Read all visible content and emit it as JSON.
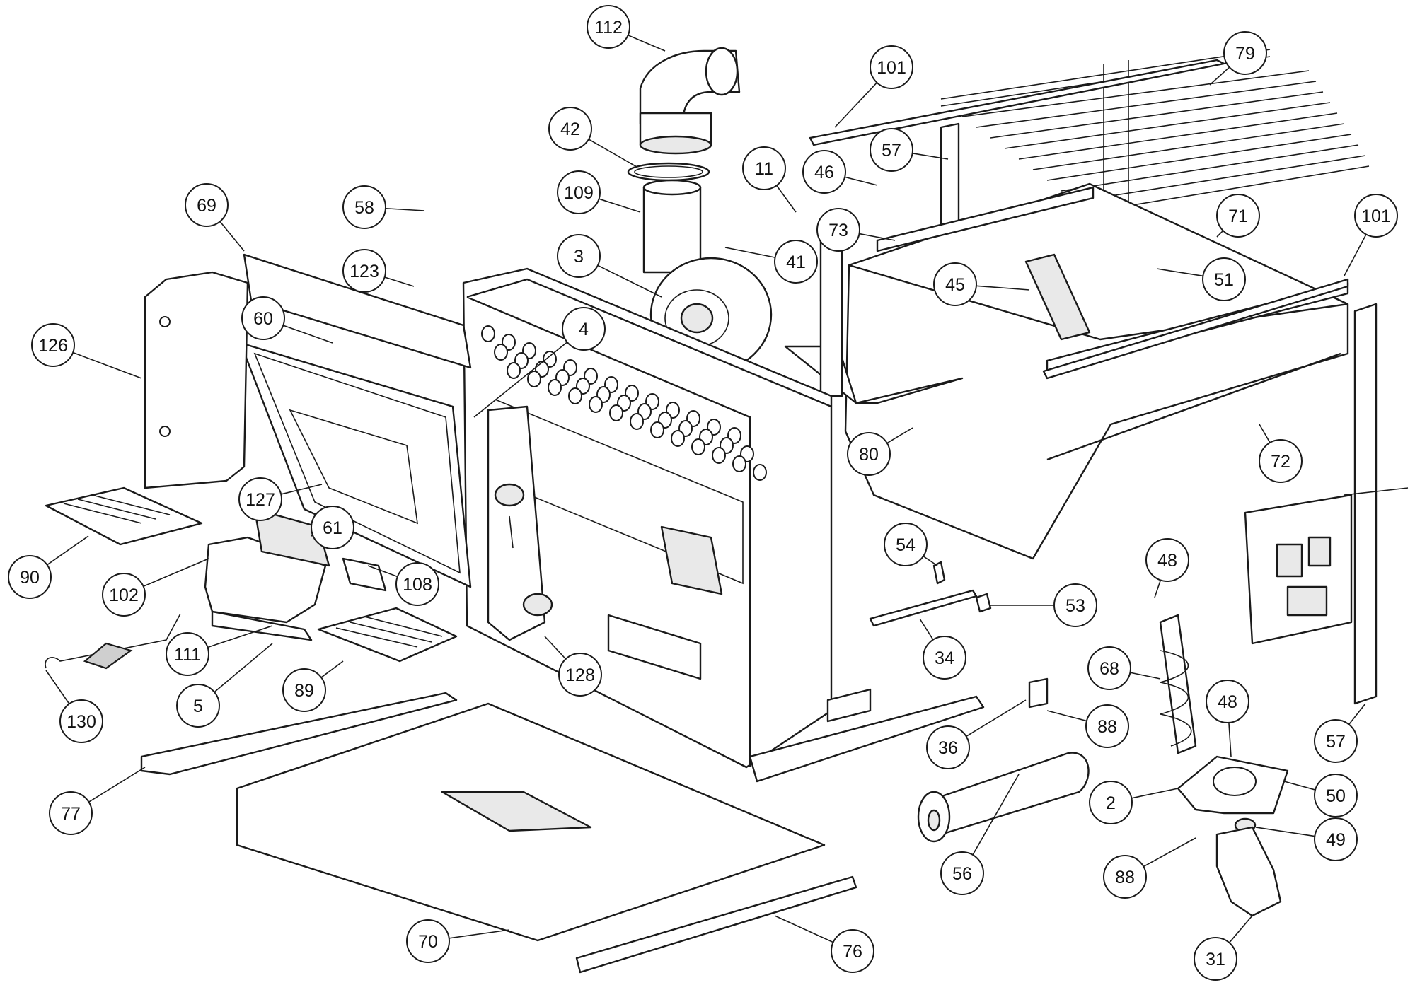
{
  "callouts": [
    {
      "id": "112",
      "label": "112"
    },
    {
      "id": "42",
      "label": "42"
    },
    {
      "id": "109",
      "label": "109"
    },
    {
      "id": "3",
      "label": "3"
    },
    {
      "id": "11",
      "label": "11"
    },
    {
      "id": "41",
      "label": "41"
    },
    {
      "id": "46",
      "label": "46"
    },
    {
      "id": "101-top",
      "label": "101"
    },
    {
      "id": "57-top",
      "label": "57"
    },
    {
      "id": "79",
      "label": "79"
    },
    {
      "id": "71",
      "label": "71"
    },
    {
      "id": "101-right",
      "label": "101"
    },
    {
      "id": "73",
      "label": "73"
    },
    {
      "id": "45",
      "label": "45"
    },
    {
      "id": "51",
      "label": "51"
    },
    {
      "id": "69",
      "label": "69"
    },
    {
      "id": "58",
      "label": "58"
    },
    {
      "id": "123",
      "label": "123"
    },
    {
      "id": "60",
      "label": "60"
    },
    {
      "id": "4",
      "label": "4"
    },
    {
      "id": "126",
      "label": "126"
    },
    {
      "id": "127",
      "label": "127"
    },
    {
      "id": "61",
      "label": "61"
    },
    {
      "id": "90",
      "label": "90"
    },
    {
      "id": "102",
      "label": "102"
    },
    {
      "id": "108",
      "label": "108"
    },
    {
      "id": "111",
      "label": "111"
    },
    {
      "id": "5",
      "label": "5"
    },
    {
      "id": "89",
      "label": "89"
    },
    {
      "id": "130",
      "label": "130"
    },
    {
      "id": "128",
      "label": "128"
    },
    {
      "id": "80",
      "label": "80"
    },
    {
      "id": "72",
      "label": "72"
    },
    {
      "id": "54",
      "label": "54"
    },
    {
      "id": "53",
      "label": "53"
    },
    {
      "id": "48-top",
      "label": "48"
    },
    {
      "id": "34",
      "label": "34"
    },
    {
      "id": "68",
      "label": "68"
    },
    {
      "id": "48-bottom",
      "label": "48"
    },
    {
      "id": "36",
      "label": "36"
    },
    {
      "id": "88-top",
      "label": "88"
    },
    {
      "id": "57-right",
      "label": "57"
    },
    {
      "id": "2",
      "label": "2"
    },
    {
      "id": "50",
      "label": "50"
    },
    {
      "id": "49",
      "label": "49"
    },
    {
      "id": "88-bottom",
      "label": "88"
    },
    {
      "id": "56",
      "label": "56"
    },
    {
      "id": "31",
      "label": "31"
    },
    {
      "id": "77",
      "label": "77"
    },
    {
      "id": "70",
      "label": "70"
    },
    {
      "id": "76",
      "label": "76"
    }
  ]
}
